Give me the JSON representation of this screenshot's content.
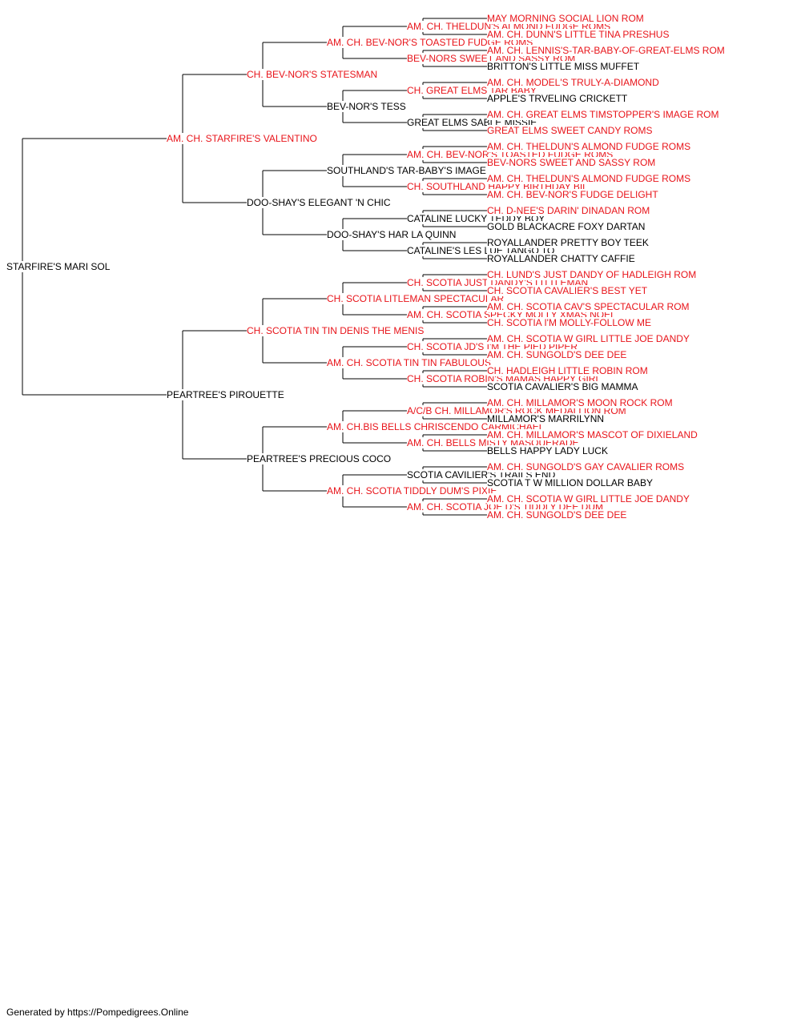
{
  "colors": {
    "champion": "#e8141a",
    "normal": "#000000",
    "line": "#000000"
  },
  "footer": "Generated by https://Pompedigrees.Online",
  "tree": {
    "name": "STARFIRE'S MARI SOL",
    "red": false,
    "sire": {
      "name": "AM. CH. STARFIRE'S VALENTINO",
      "red": true,
      "sire": {
        "name": "CH. BEV-NOR'S STATESMAN",
        "red": true,
        "sire": {
          "name": "AM. CH. BEV-NOR'S TOASTED FUDGE ROMS",
          "red": true,
          "sire": {
            "name": "AM. CH. THELDUN'S ALMOND FUDGE ROMS",
            "red": true,
            "sire": {
              "name": "MAY MORNING SOCIAL LION ROM",
              "red": true
            },
            "dam": {
              "name": "AM. CH. DUNN'S LITTLE TINA PRESHUS",
              "red": true
            }
          },
          "dam": {
            "name": "BEV-NORS SWEET AND SASSY ROM",
            "red": true,
            "sire": {
              "name": "AM. CH. LENNIS'S-TAR-BABY-OF-GREAT-ELMS ROM",
              "red": true
            },
            "dam": {
              "name": "BRITTON'S LITTLE MISS MUFFET",
              "red": false
            }
          }
        },
        "dam": {
          "name": "BEV-NOR'S TESS",
          "red": false,
          "sire": {
            "name": "CH. GREAT ELMS TAR BABY",
            "red": true,
            "sire": {
              "name": "AM. CH. MODEL'S TRULY-A-DIAMOND",
              "red": true
            },
            "dam": {
              "name": "APPLE'S TRVELING CRICKETT",
              "red": false
            }
          },
          "dam": {
            "name": "GREAT ELMS SABLE MISSIE",
            "red": false,
            "sire": {
              "name": "AM. CH. GREAT ELMS TIMSTOPPER'S IMAGE ROM",
              "red": true
            },
            "dam": {
              "name": "GREAT ELMS SWEET CANDY ROMS",
              "red": true
            }
          }
        }
      },
      "dam": {
        "name": "DOO-SHAY'S ELEGANT 'N CHIC",
        "red": false,
        "sire": {
          "name": "SOUTHLAND'S TAR-BABY'S IMAGE",
          "red": false,
          "sire": {
            "name": "AM. CH. BEV-NOR'S TOASTED FUDGE ROMS",
            "red": true,
            "sire": {
              "name": "AM. CH. THELDUN'S ALMOND FUDGE ROMS",
              "red": true
            },
            "dam": {
              "name": "BEV-NORS SWEET AND SASSY ROM",
              "red": true
            }
          },
          "dam": {
            "name": "CH. SOUTHLAND HAPPY BIRTHDAY BIL",
            "red": true,
            "sire": {
              "name": "AM. CH. THELDUN'S ALMOND FUDGE ROMS",
              "red": true
            },
            "dam": {
              "name": "AM. CH. BEV-NOR'S FUDGE DELIGHT",
              "red": true
            }
          }
        },
        "dam": {
          "name": "DOO-SHAY'S HAR LA QUINN",
          "red": false,
          "sire": {
            "name": "CATALINE LUCKY TEDDY BOY",
            "red": false,
            "sire": {
              "name": "CH. D-NEE'S DARIN' DINADAN ROM",
              "red": true
            },
            "dam": {
              "name": "GOLD BLACKACRE FOXY DARTAN",
              "red": false
            }
          },
          "dam": {
            "name": "CATALINE'S LES LUE TANGO TO",
            "red": false,
            "sire": {
              "name": "ROYALLANDER PRETTY BOY TEEK",
              "red": false
            },
            "dam": {
              "name": "ROYALLANDER CHATTY CAFFIE",
              "red": false
            }
          }
        }
      }
    },
    "dam": {
      "name": "PEARTREE'S PIROUETTE",
      "red": false,
      "sire": {
        "name": "CH. SCOTIA TIN TIN DENIS THE MENIS",
        "red": true,
        "sire": {
          "name": "CH. SCOTIA LITLEMAN SPECTACULAR",
          "red": true,
          "sire": {
            "name": "CH. SCOTIA JUST DANDY'S LITTLEMAN",
            "red": true,
            "sire": {
              "name": "CH. LUND'S JUST DANDY OF HADLEIGH ROM",
              "red": true
            },
            "dam": {
              "name": "CH. SCOTIA CAVALIER'S BEST YET",
              "red": true
            }
          },
          "dam": {
            "name": "AM. CH. SCOTIA SPECKY MOLLY XMAS NOEL",
            "red": true,
            "sire": {
              "name": "AM. CH. SCOTIA CAV'S SPECTACULAR ROM",
              "red": true
            },
            "dam": {
              "name": "CH. SCOTIA I'M MOLLY-FOLLOW ME",
              "red": true
            }
          }
        },
        "dam": {
          "name": "AM. CH. SCOTIA TIN TIN FABULOUS",
          "red": true,
          "sire": {
            "name": "CH. SCOTIA JD'S I'M THE PIED PIPER",
            "red": true,
            "sire": {
              "name": "AM. CH. SCOTIA W GIRL LITTLE JOE DANDY",
              "red": true
            },
            "dam": {
              "name": "AM. CH. SUNGOLD'S DEE DEE",
              "red": true
            }
          },
          "dam": {
            "name": "CH. SCOTIA ROBIN'S MAMAS HAPPY GIRL",
            "red": true,
            "sire": {
              "name": "CH. HADLEIGH LITTLE ROBIN ROM",
              "red": true
            },
            "dam": {
              "name": "SCOTIA CAVALIER'S BIG MAMMA",
              "red": false
            }
          }
        }
      },
      "dam": {
        "name": "PEARTREE'S PRECIOUS COCO",
        "red": false,
        "sire": {
          "name": "AM. CH.BIS BELLS CHRISCENDO CARMICHAEL",
          "red": true,
          "sire": {
            "name": "A/C/B CH. MILLAMOR'S ROCK MEDALLION ROM",
            "red": true,
            "sire": {
              "name": "AM. CH. MILLAMOR'S MOON ROCK ROM",
              "red": true
            },
            "dam": {
              "name": "MILLAMOR'S MARRILYNN",
              "red": false
            }
          },
          "dam": {
            "name": "AM. CH. BELLS MISTY MASQUERADE",
            "red": true,
            "sire": {
              "name": "AM. CH. MILLAMOR'S MASCOT OF DIXIELAND",
              "red": true
            },
            "dam": {
              "name": "BELLS HAPPY LADY LUCK",
              "red": false
            }
          }
        },
        "dam": {
          "name": "AM. CH. SCOTIA TIDDLY DUM'S PIXIE",
          "red": true,
          "sire": {
            "name": "SCOTIA CAVILIER'S TRAILS END",
            "red": false,
            "sire": {
              "name": "AM. CH. SUNGOLD'S GAY CAVALIER ROMS",
              "red": true
            },
            "dam": {
              "name": "SCOTIA T W MILLION DOLLAR BABY",
              "red": false
            }
          },
          "dam": {
            "name": "AM. CH. SCOTIA JOE D'S TIDDLY DEE DUM",
            "red": true,
            "sire": {
              "name": "AM. CH. SCOTIA W GIRL LITTLE JOE DANDY",
              "red": true
            },
            "dam": {
              "name": "AM. CH. SUNGOLD'S DEE DEE",
              "red": true
            }
          }
        }
      }
    }
  }
}
